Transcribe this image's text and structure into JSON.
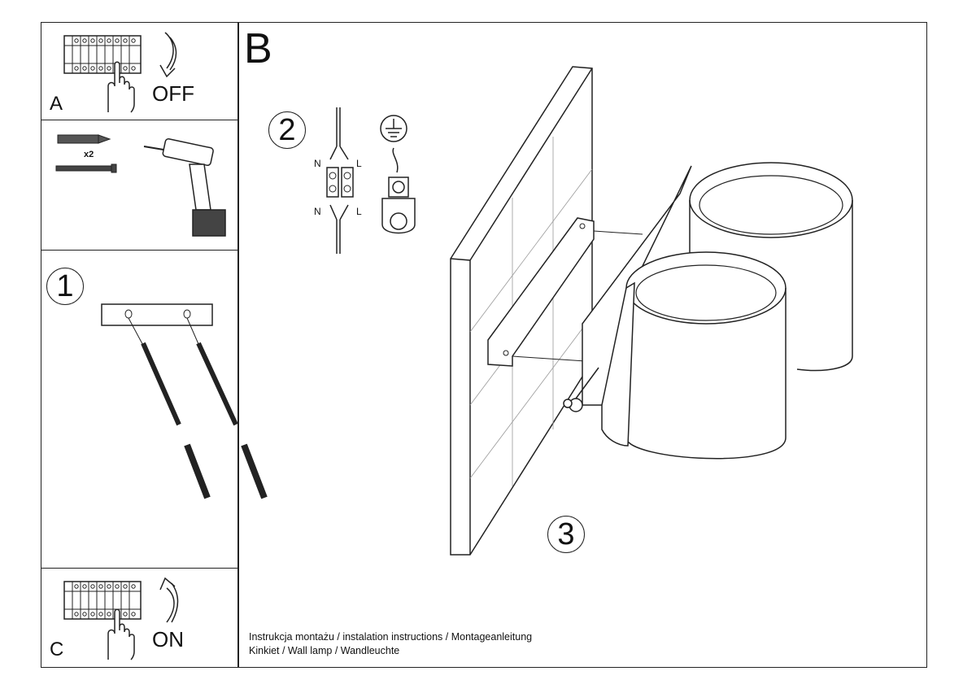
{
  "panels": {
    "a": {
      "letter": "A",
      "word": "OFF"
    },
    "b": {
      "letter": "B"
    },
    "c": {
      "letter": "C",
      "word": "ON"
    }
  },
  "tools": {
    "quantity": "x2"
  },
  "steps": {
    "one": "1",
    "two": "2",
    "three": "3"
  },
  "wiring": {
    "n_top": "N",
    "l_top": "L",
    "n_bottom": "N",
    "l_bottom": "L"
  },
  "caption": {
    "line1": "Instrukcja montażu / instalation instructions / Montageanleitung",
    "line2": "Kinkiet / Wall lamp / Wandleuchte"
  }
}
